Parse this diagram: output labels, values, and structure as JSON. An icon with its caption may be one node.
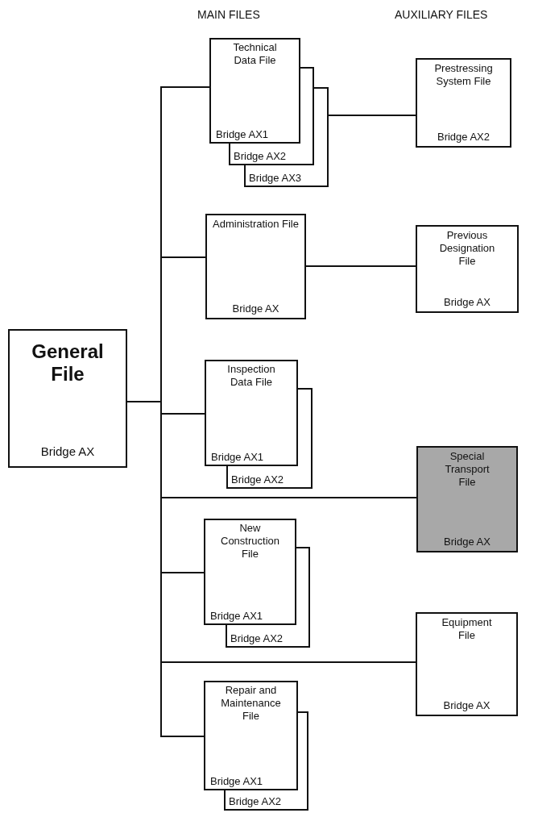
{
  "diagram": {
    "nodes": [
      {
        "text": [
          "General File",
          "Bridge AX"
        ]
      },
      {
        "text": [
          "Technical Data File",
          "Bridge AX1",
          "Bridge AX2",
          "Bridge AX3"
        ]
      },
      {
        "text": [
          "Prestressing System File",
          "Bridge AX2"
        ]
      },
      {
        "text": [
          "Administration File",
          "Bridge AX"
        ]
      },
      {
        "text": [
          "Previous Designation File",
          "Bridge AX"
        ]
      },
      {
        "text": [
          "Inspection Data File",
          "Bridge AX1",
          "Bridge AX2"
        ]
      },
      {
        "text": [
          "Special Transport File",
          "Bridge AX"
        ]
      },
      {
        "text": [
          "New Construction File",
          "Bridge AX1",
          "Bridge AX2"
        ]
      },
      {
        "text": [
          "Equipment File",
          "Bridge AX"
        ]
      },
      {
        "text": [
          "Repair and Maintenance File",
          "Bridge AX1",
          "Bridge AX2"
        ]
      }
    ],
    "edges": [
      {
        "from": 0,
        "to": 1,
        "arrow": "none"
      },
      {
        "from": 0,
        "to": 3,
        "arrow": "none"
      },
      {
        "from": 0,
        "to": 5,
        "arrow": "none"
      },
      {
        "from": 0,
        "to": 6,
        "arrow": "none"
      },
      {
        "from": 0,
        "to": 7,
        "arrow": "none"
      },
      {
        "from": 0,
        "to": 8,
        "arrow": "none"
      },
      {
        "from": 0,
        "to": 9,
        "arrow": "none"
      },
      {
        "from": 1,
        "to": 2,
        "arrow": "none"
      },
      {
        "from": 3,
        "to": 4,
        "arrow": "none"
      }
    ],
    "labels": [
      "MAIN FILES",
      "AUXILIARY FILES"
    ]
  }
}
